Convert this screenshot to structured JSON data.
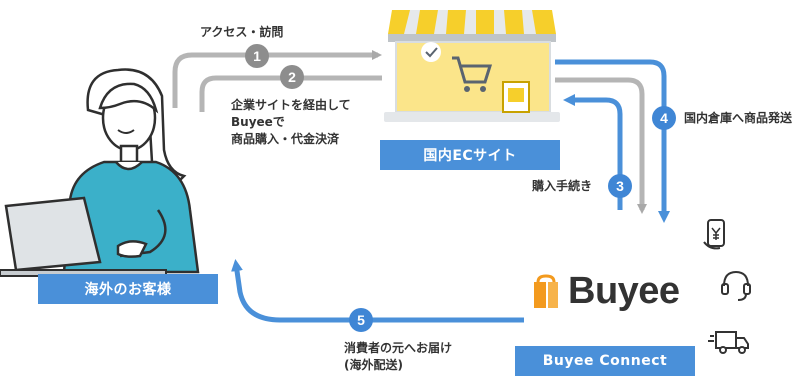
{
  "steps": [
    {
      "number": "1",
      "text": "アクセス・訪問"
    },
    {
      "number": "2",
      "text_lines": [
        "企業サイトを経由して",
        "Buyeeで",
        "商品購入・代金決済"
      ]
    },
    {
      "number": "3",
      "text": "購入手続き"
    },
    {
      "number": "4",
      "text": "国内倉庫へ商品発送"
    },
    {
      "number": "5",
      "text_lines": [
        "消費者の元へお届け",
        "(海外配送)"
      ]
    }
  ],
  "labels": {
    "customer": "海外のお客様",
    "ec_site": "国内ECサイト",
    "buyee_connect": "Buyee Connect"
  },
  "logo": {
    "text": "Buyee"
  },
  "icons": [
    "smartphone-yen-icon",
    "headset-icon",
    "delivery-truck-icon"
  ],
  "colors": {
    "accent_blue": "#4a90d9",
    "step_gray": "#8d8d8d",
    "store_yellow": "#f6cf2b",
    "shirt_blue": "#3bb0c9",
    "logo_orange": "#f39a1e"
  }
}
